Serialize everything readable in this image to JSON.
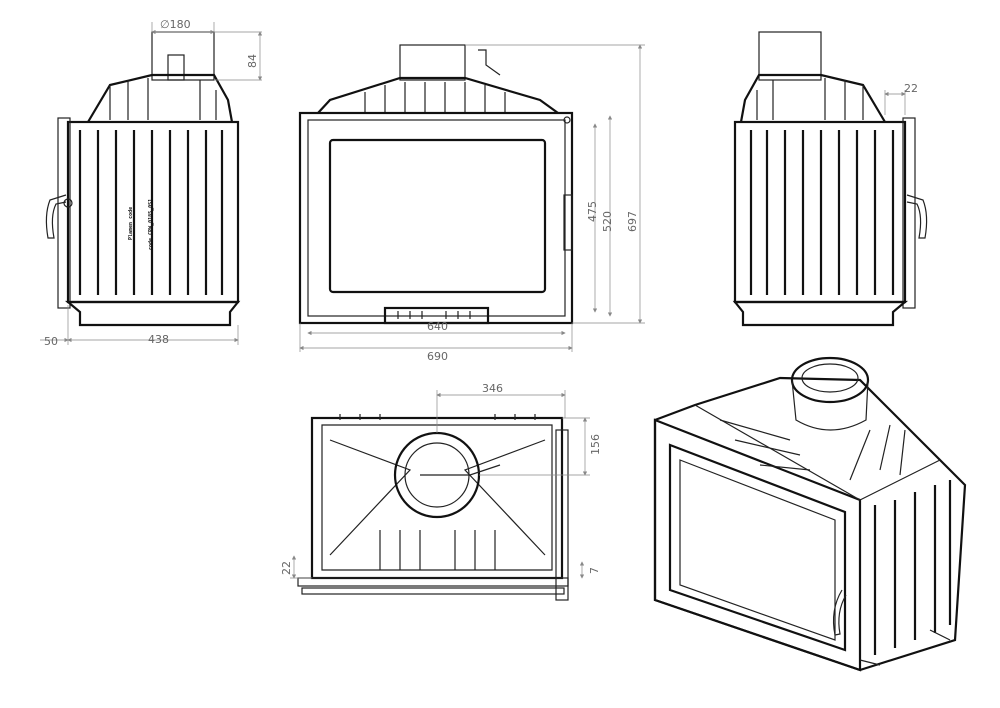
{
  "drawing": {
    "views": [
      "left-side-view",
      "front-view",
      "right-side-view",
      "top-view",
      "perspective-view"
    ],
    "dimensions": {
      "flue_diameter": "∅180",
      "flue_height": "84",
      "side_offset": "50",
      "depth": "438",
      "glass_width": "640",
      "overall_width": "690",
      "glass_height": "475",
      "door_height": "520",
      "overall_height": "697",
      "rear_offset": "22",
      "flue_offset_x": "346",
      "flue_offset_y": "156",
      "bottom_offset": "22",
      "bottom_gap": "7"
    },
    "labels": {
      "brand": "Plamen code",
      "code": "code CPW_0185_0S1"
    }
  }
}
